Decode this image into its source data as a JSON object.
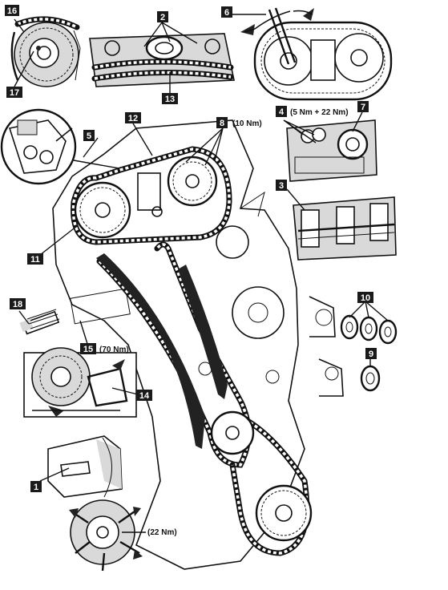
{
  "callouts": [
    {
      "id": "c16",
      "label": "16"
    },
    {
      "id": "c2",
      "label": "2"
    },
    {
      "id": "c6",
      "label": "6"
    },
    {
      "id": "c17",
      "label": "17"
    },
    {
      "id": "c13",
      "label": "13"
    },
    {
      "id": "c12",
      "label": "12"
    },
    {
      "id": "c8",
      "label": "8"
    },
    {
      "id": "c4",
      "label": "4"
    },
    {
      "id": "c7",
      "label": "7"
    },
    {
      "id": "c5",
      "label": "5"
    },
    {
      "id": "c3",
      "label": "3"
    },
    {
      "id": "c11",
      "label": "11"
    },
    {
      "id": "c10",
      "label": "10"
    },
    {
      "id": "c18",
      "label": "18"
    },
    {
      "id": "c15",
      "label": "15"
    },
    {
      "id": "c9",
      "label": "9"
    },
    {
      "id": "c14",
      "label": "14"
    },
    {
      "id": "c1",
      "label": "1"
    }
  ],
  "torque_labels": {
    "camshaft_sprockets": "(10 Nm)",
    "bearing_caps": "(5 Nm + 22 Nm)",
    "tensioner": "(70 Nm)",
    "crankshaft_bolts": "(22 Nm)"
  },
  "colors": {
    "line": "#111111",
    "callout_fill": "#1a1a1a",
    "callout_text": "#ffffff",
    "shading": "#d9d9d9"
  }
}
